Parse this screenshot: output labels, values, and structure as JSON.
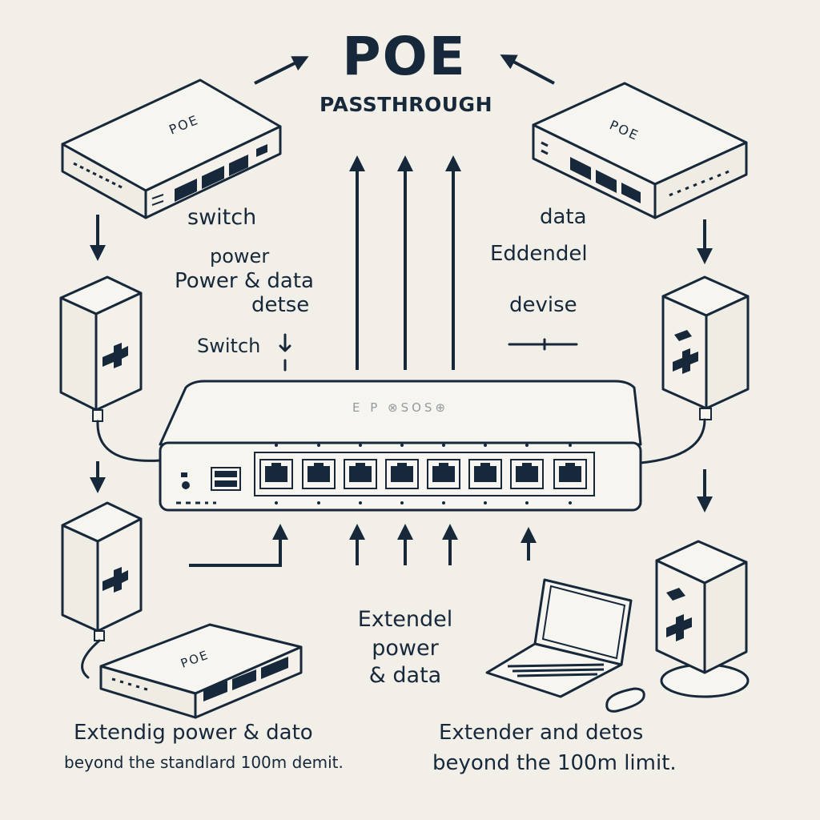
{
  "title": "POE",
  "subtitle": "PASSTHROUGH",
  "device_labels": {
    "top_left_box": "POE",
    "top_right_box": "POE",
    "bottom_left_box": "POE",
    "center_switch": "E  P  ⊗SOS⊕"
  },
  "labels": {
    "switch_upper": "switch",
    "power": "power",
    "power_and_data": "Power & data",
    "detse": "detse",
    "switch_lower": "Switch",
    "data": "data",
    "eddendel": "Eddendel",
    "devise": "devise",
    "extendel_line1": "Extendel",
    "extendel_line2": "power",
    "extendel_line3": "& data"
  },
  "captions": {
    "left_line1": "Extendig power & dato",
    "left_line2": "beyond the standlard 100m demit.",
    "right_line1": "Extender and detos",
    "right_line2": "beyond the 100m limit."
  },
  "colors": {
    "ink": "#16283a",
    "background": "#f2efe8",
    "device_fill": "#f7f5f0"
  }
}
